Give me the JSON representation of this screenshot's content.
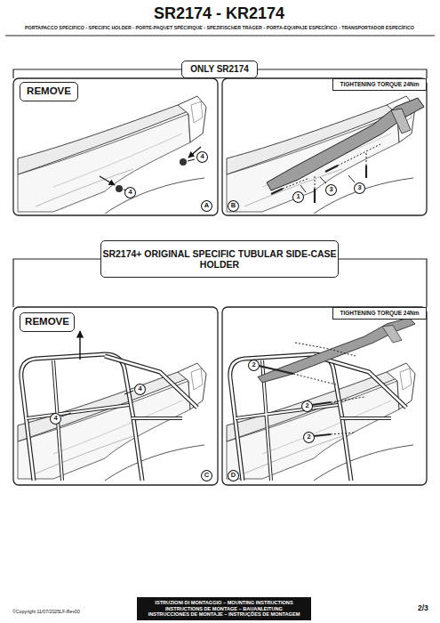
{
  "diagram": {
    "title": "SR2174 - KR2174",
    "nodes": [
      {
        "text": [
          "ONLY SR2174"
        ]
      },
      {
        "text": [
          "REMOVE"
        ]
      },
      {
        "text": [
          "TIGHTENING TORQUE 24Nm"
        ]
      },
      {
        "text": [
          "4"
        ]
      },
      {
        "text": [
          "4"
        ]
      },
      {
        "text": [
          "1"
        ]
      },
      {
        "text": [
          "3"
        ]
      },
      {
        "text": [
          "3"
        ]
      },
      {
        "text": [
          "A"
        ]
      },
      {
        "text": [
          "B"
        ]
      },
      {
        "text": [
          "SR2174+ ORIGINAL SPECIFIC TUBULAR SIDE-CASE HOLDER"
        ]
      },
      {
        "text": [
          "REMOVE"
        ]
      },
      {
        "text": [
          "TIGHTENING TORQUE 24Nm"
        ]
      },
      {
        "text": [
          "4"
        ]
      },
      {
        "text": [
          "4"
        ]
      },
      {
        "text": [
          "2"
        ]
      },
      {
        "text": [
          "2"
        ]
      },
      {
        "text": [
          "2"
        ]
      },
      {
        "text": [
          "C"
        ]
      },
      {
        "text": [
          "D"
        ]
      },
      {
        "text": [
          "ISTRUZIONI DI MONTAGGIO – MOUNTING INSTRUCTIONS",
          "INSTRUCTIONS DE MONTAGE – BAUANLEITUNG",
          "INSTRUCCIONES DE MONTAJE – INSTRUÇÕES DE MONTAGEM"
        ]
      }
    ],
    "labels": [
      "PORTAPACCO SPECIFICO - SPECIFIC HOLDER - PORTE-PAQUET SPÉCIFIQUE - SPEZIFISCHER TRÄGER - PORTA-EQUIPAJE ESPECÍFICO - TRANSPORTADOR ESPECÍFICO",
      "©Copyright 11/07/2025LF-Rev00",
      "2/3"
    ]
  }
}
